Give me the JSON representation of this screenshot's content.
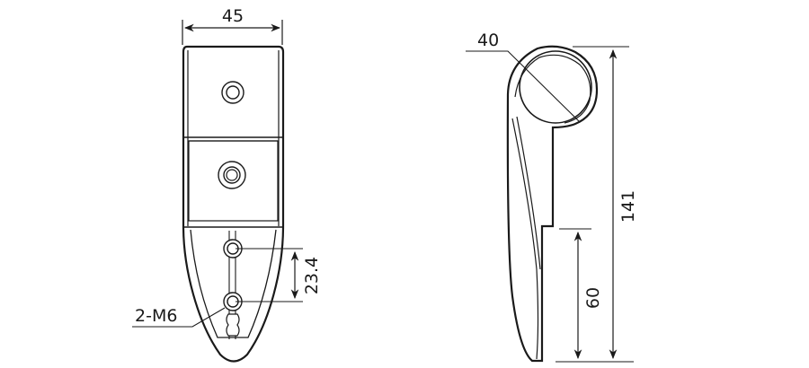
{
  "drawing": {
    "front_view": {
      "width_label": "45",
      "hole_spacing_label": "23.4",
      "thread_label": "2-M6"
    },
    "side_view": {
      "diameter_label": "40",
      "height_label": "141",
      "lower_height_label": "60"
    }
  },
  "colors": {
    "line": "#1a1a1a",
    "background": "#ffffff"
  }
}
